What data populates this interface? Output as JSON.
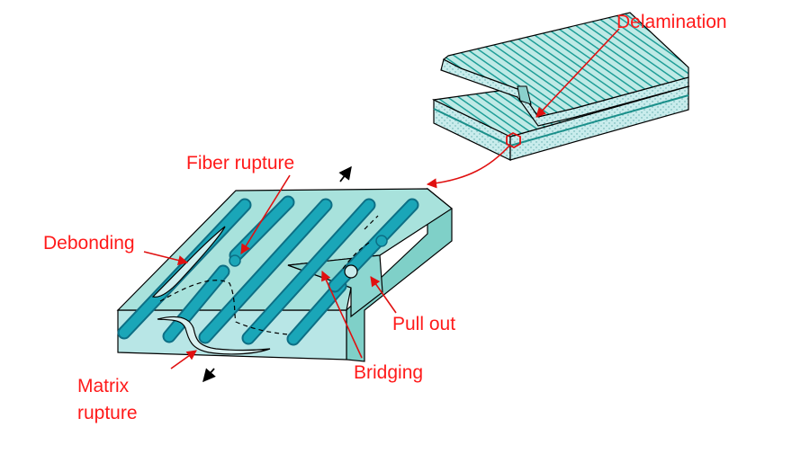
{
  "labels": {
    "delamination": "Delamination",
    "fiber_rupture": "Fiber rupture",
    "debonding": "Debonding",
    "pull_out": "Pull out",
    "bridging": "Bridging",
    "matrix_rupture_line1": "Matrix",
    "matrix_rupture_line2": "rupture"
  },
  "colors": {
    "label_text": "#ff1a1a",
    "arrow": "#e01010",
    "block_top": "#a8e2dc",
    "block_front": "#b8e6e6",
    "block_side": "#7bcfc8",
    "fiber": "#1aa6b8",
    "fiber_outline": "#0d6f85",
    "hatching": "#2aa6a0",
    "outline": "#000000",
    "background": "#ffffff"
  }
}
